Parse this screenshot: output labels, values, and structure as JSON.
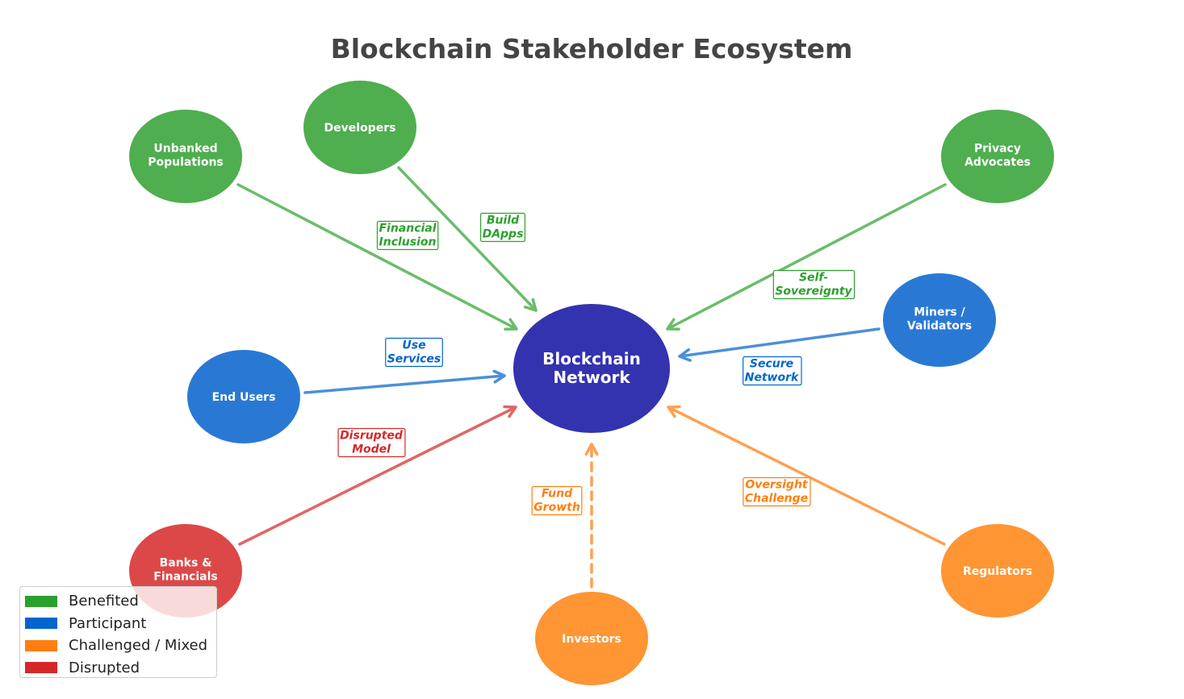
{
  "title": "Blockchain Stakeholder Ecosystem",
  "colors": {
    "benefited": "#2ca02c",
    "participant": "#0066cc",
    "challenged": "#ff7f0e",
    "disrupted": "#d62728",
    "node_benefited": "#4fae4f",
    "node_participant": "#2979d4",
    "node_challenged": "#ff9533",
    "node_disrupted": "#dc4848",
    "center": "#3333b0",
    "edge_benefited": "#6abd6a",
    "edge_participant": "#4a90d9",
    "edge_challenged": "#ffa050",
    "edge_disrupted": "#e06666",
    "label_benefited": "#2ca02c",
    "label_participant": "#0066cc",
    "label_challenged": "#ff7f0e",
    "label_disrupted": "#d62728"
  },
  "center": {
    "label": [
      "Blockchain",
      "Network"
    ]
  },
  "nodes": [
    {
      "id": "unbanked",
      "label": [
        "Unbanked",
        "Populations"
      ],
      "category": "benefited"
    },
    {
      "id": "developers",
      "label": [
        "Developers"
      ],
      "category": "benefited"
    },
    {
      "id": "privacy",
      "label": [
        "Privacy",
        "Advocates"
      ],
      "category": "benefited"
    },
    {
      "id": "miners",
      "label": [
        "Miners /",
        "Validators"
      ],
      "category": "participant"
    },
    {
      "id": "endusers",
      "label": [
        "End Users"
      ],
      "category": "participant"
    },
    {
      "id": "banks",
      "label": [
        "Banks &",
        "Financials"
      ],
      "category": "disrupted"
    },
    {
      "id": "investors",
      "label": [
        "Investors"
      ],
      "category": "challenged"
    },
    {
      "id": "regulators",
      "label": [
        "Regulators"
      ],
      "category": "challenged"
    }
  ],
  "edges": [
    {
      "from": "unbanked",
      "label": [
        "Financial",
        "Inclusion"
      ],
      "category": "benefited",
      "style": "solid"
    },
    {
      "from": "developers",
      "label": [
        "Build",
        "DApps"
      ],
      "category": "benefited",
      "style": "solid"
    },
    {
      "from": "privacy",
      "label": [
        "Self-",
        "Sovereignty"
      ],
      "category": "benefited",
      "style": "solid"
    },
    {
      "from": "miners",
      "label": [
        "Secure",
        "Network"
      ],
      "category": "participant",
      "style": "solid"
    },
    {
      "from": "endusers",
      "label": [
        "Use",
        "Services"
      ],
      "category": "participant",
      "style": "solid"
    },
    {
      "from": "banks",
      "label": [
        "Disrupted",
        "Model"
      ],
      "category": "disrupted",
      "style": "solid"
    },
    {
      "from": "investors",
      "label": [
        "Fund",
        "Growth"
      ],
      "category": "challenged",
      "style": "dashed"
    },
    {
      "from": "regulators",
      "label": [
        "Oversight",
        "Challenge"
      ],
      "category": "challenged",
      "style": "solid"
    }
  ],
  "legend": {
    "items": [
      {
        "label": "Benefited",
        "category": "benefited"
      },
      {
        "label": "Participant",
        "category": "participant"
      },
      {
        "label": "Challenged / Mixed",
        "category": "challenged"
      },
      {
        "label": "Disrupted",
        "category": "disrupted"
      }
    ]
  }
}
